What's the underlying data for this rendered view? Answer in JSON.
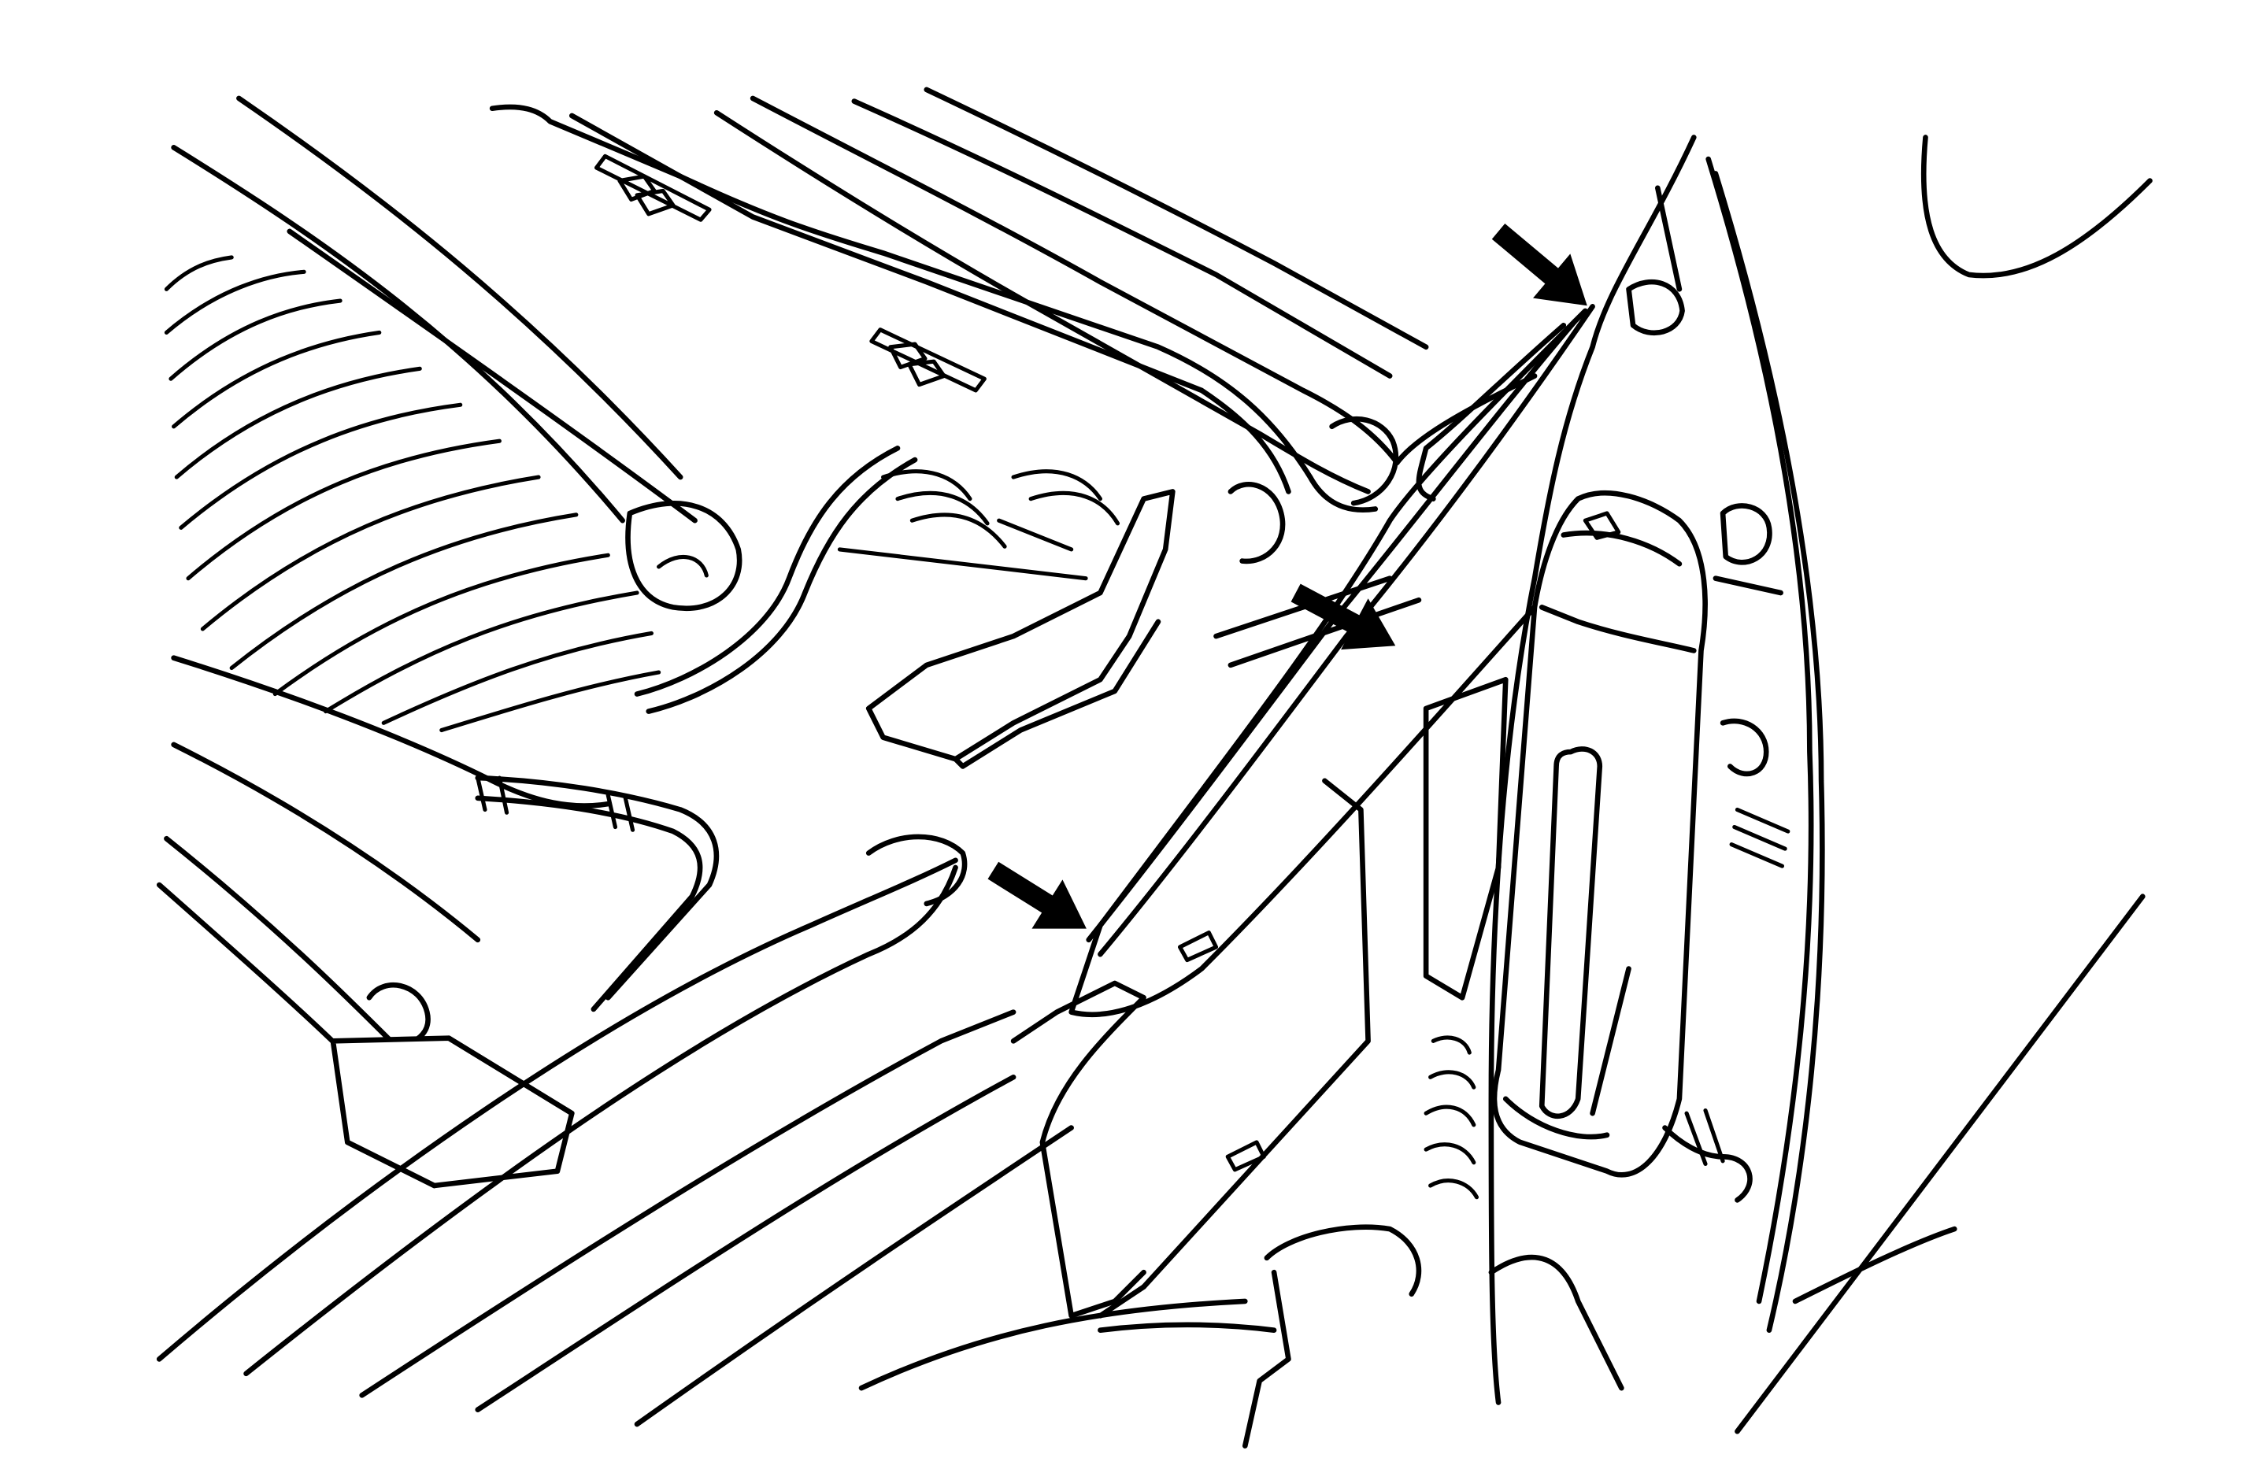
{
  "diagram": {
    "description_visible_text": "",
    "colors": {
      "line": "#000000",
      "background": "#ffffff",
      "arrow": "#000000"
    },
    "callout_arrows": [
      {
        "icon": "callout-arrow-icon",
        "points_to": "seam"
      },
      {
        "icon": "callout-arrow-icon",
        "points_to": "seam"
      },
      {
        "icon": "callout-arrow-icon",
        "points_to": "seam"
      }
    ]
  }
}
